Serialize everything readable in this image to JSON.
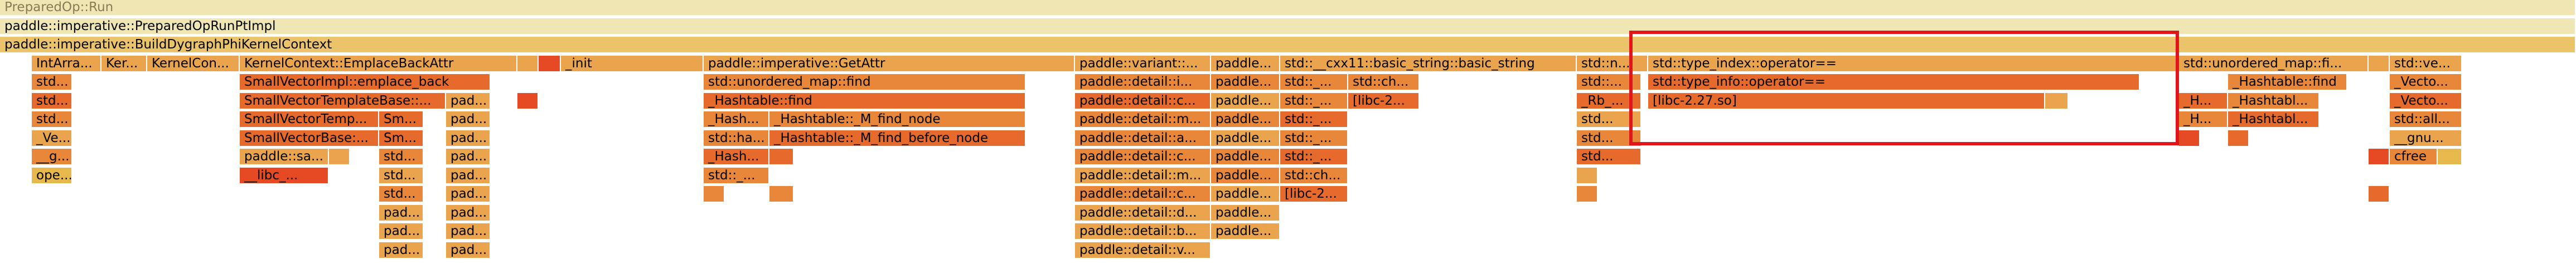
{
  "colors": {
    "pale": "#f0e6b4",
    "light": "#eac36a",
    "mid": "#e9a44d",
    "orange": "#e8873a",
    "deep": "#e56a2b",
    "red": "#e64a24",
    "gold": "#e7b94c",
    "highlight_box": "#e0161c"
  },
  "frames": [
    {
      "label": "PreparedOp::Run",
      "depth": 0,
      "start": 0,
      "end": 4620,
      "shade": "pale",
      "faded": true
    },
    {
      "label": "paddle::imperative::PreparedOpRunPtImpl",
      "depth": 1,
      "start": 0,
      "end": 4620,
      "shade": "pale",
      "faded": false
    },
    {
      "label": "paddle::imperative::BuildDygraphPhiKernelContext",
      "depth": 2,
      "start": 0,
      "end": 4620,
      "shade": "light",
      "faded": false
    },
    {
      "label": "IntArra...",
      "depth": 3,
      "start": 57,
      "end": 182,
      "shade": "mid"
    },
    {
      "label": "Ker...",
      "depth": 3,
      "start": 182,
      "end": 264,
      "shade": "mid"
    },
    {
      "label": "KernelCon...",
      "depth": 3,
      "start": 264,
      "end": 430,
      "shade": "mid"
    },
    {
      "label": "KernelContext::EmplaceBackAttr",
      "depth": 3,
      "start": 430,
      "end": 928,
      "shade": "mid"
    },
    {
      "label": "",
      "depth": 3,
      "start": 928,
      "end": 966,
      "shade": "mid"
    },
    {
      "label": "",
      "depth": 3,
      "start": 966,
      "end": 1006,
      "shade": "red"
    },
    {
      "label": "_init",
      "depth": 3,
      "start": 1006,
      "end": 1262,
      "shade": "mid"
    },
    {
      "label": "paddle::imperative::GetAttr",
      "depth": 3,
      "start": 1262,
      "end": 1928,
      "shade": "mid"
    },
    {
      "label": "paddle::variant::...",
      "depth": 3,
      "start": 1928,
      "end": 2172,
      "shade": "mid"
    },
    {
      "label": "paddle...",
      "depth": 3,
      "start": 2172,
      "end": 2296,
      "shade": "mid"
    },
    {
      "label": "std::__cxx11::basic_string::basic_string",
      "depth": 3,
      "start": 2296,
      "end": 2828,
      "shade": "mid"
    },
    {
      "label": "std::n...",
      "depth": 3,
      "start": 2828,
      "end": 2956,
      "shade": "mid"
    },
    {
      "label": "std::type_index::operator==",
      "depth": 3,
      "start": 2956,
      "end": 3908,
      "shade": "mid"
    },
    {
      "label": "std::unordered_map::fi...",
      "depth": 3,
      "start": 3908,
      "end": 4248,
      "shade": "mid"
    },
    {
      "label": "",
      "depth": 3,
      "start": 4248,
      "end": 4286,
      "shade": "mid"
    },
    {
      "label": "std::ve...",
      "depth": 3,
      "start": 4286,
      "end": 4416,
      "shade": "mid"
    },
    {
      "label": "std...",
      "depth": 4,
      "start": 57,
      "end": 130,
      "shade": "orange"
    },
    {
      "label": "SmallVectorImpl::emplace_back",
      "depth": 4,
      "start": 430,
      "end": 880,
      "shade": "deep"
    },
    {
      "label": "std::unordered_map::find",
      "depth": 4,
      "start": 1262,
      "end": 1840,
      "shade": "orange"
    },
    {
      "label": "paddle::detail::i...",
      "depth": 4,
      "start": 1928,
      "end": 2172,
      "shade": "orange"
    },
    {
      "label": "paddle...",
      "depth": 4,
      "start": 2172,
      "end": 2296,
      "shade": "orange"
    },
    {
      "label": "std::_...",
      "depth": 4,
      "start": 2296,
      "end": 2418,
      "shade": "orange"
    },
    {
      "label": "std::ch...",
      "depth": 4,
      "start": 2418,
      "end": 2546,
      "shade": "orange"
    },
    {
      "label": "std::...",
      "depth": 4,
      "start": 2828,
      "end": 2944,
      "shade": "orange"
    },
    {
      "label": "std::type_info::operator==",
      "depth": 4,
      "start": 2956,
      "end": 3838,
      "shade": "deep"
    },
    {
      "label": "_Hashtable::find",
      "depth": 4,
      "start": 3996,
      "end": 4210,
      "shade": "orange"
    },
    {
      "label": "_Vecto...",
      "depth": 4,
      "start": 4286,
      "end": 4416,
      "shade": "orange"
    },
    {
      "label": "std...",
      "depth": 5,
      "start": 57,
      "end": 130,
      "shade": "deep"
    },
    {
      "label": "SmallVectorTemplateBase::...",
      "depth": 5,
      "start": 430,
      "end": 800,
      "shade": "deep"
    },
    {
      "label": "pad...",
      "depth": 5,
      "start": 800,
      "end": 880,
      "shade": "mid"
    },
    {
      "label": "",
      "depth": 5,
      "start": 928,
      "end": 966,
      "shade": "red"
    },
    {
      "label": "_Hashtable::find",
      "depth": 5,
      "start": 1262,
      "end": 1840,
      "shade": "deep"
    },
    {
      "label": "paddle::detail::c...",
      "depth": 5,
      "start": 1928,
      "end": 2172,
      "shade": "deep"
    },
    {
      "label": "paddle...",
      "depth": 5,
      "start": 2172,
      "end": 2296,
      "shade": "mid"
    },
    {
      "label": "std::_...",
      "depth": 5,
      "start": 2296,
      "end": 2418,
      "shade": "orange"
    },
    {
      "label": "[libc-2...",
      "depth": 5,
      "start": 2418,
      "end": 2546,
      "shade": "deep"
    },
    {
      "label": "_Rb_...",
      "depth": 5,
      "start": 2828,
      "end": 2944,
      "shade": "deep"
    },
    {
      "label": "[libc-2.27.so]",
      "depth": 5,
      "start": 2956,
      "end": 3668,
      "shade": "deep"
    },
    {
      "label": "",
      "depth": 5,
      "start": 3668,
      "end": 3710,
      "shade": "mid"
    },
    {
      "label": "_H...",
      "depth": 5,
      "start": 3908,
      "end": 3996,
      "shade": "deep"
    },
    {
      "label": "_Hashtabl...",
      "depth": 5,
      "start": 3996,
      "end": 4160,
      "shade": "orange"
    },
    {
      "label": "_Vecto...",
      "depth": 5,
      "start": 4286,
      "end": 4416,
      "shade": "deep"
    },
    {
      "label": "std...",
      "depth": 6,
      "start": 57,
      "end": 130,
      "shade": "orange"
    },
    {
      "label": "SmallVectorTemp...",
      "depth": 6,
      "start": 430,
      "end": 680,
      "shade": "deep"
    },
    {
      "label": "Sm...",
      "depth": 6,
      "start": 680,
      "end": 760,
      "shade": "deep"
    },
    {
      "label": "pad...",
      "depth": 6,
      "start": 800,
      "end": 880,
      "shade": "mid"
    },
    {
      "label": "_Hash...",
      "depth": 6,
      "start": 1262,
      "end": 1380,
      "shade": "orange"
    },
    {
      "label": "_Hashtable::_M_find_node",
      "depth": 6,
      "start": 1380,
      "end": 1840,
      "shade": "orange"
    },
    {
      "label": "paddle::detail::m...",
      "depth": 6,
      "start": 1928,
      "end": 2172,
      "shade": "orange"
    },
    {
      "label": "paddle...",
      "depth": 6,
      "start": 2172,
      "end": 2296,
      "shade": "orange"
    },
    {
      "label": "std::_...",
      "depth": 6,
      "start": 2296,
      "end": 2418,
      "shade": "deep"
    },
    {
      "label": "std...",
      "depth": 6,
      "start": 2828,
      "end": 2944,
      "shade": "mid"
    },
    {
      "label": "_H...",
      "depth": 6,
      "start": 3908,
      "end": 3996,
      "shade": "orange"
    },
    {
      "label": "_Hashtabl...",
      "depth": 6,
      "start": 3996,
      "end": 4160,
      "shade": "deep"
    },
    {
      "label": "std::all...",
      "depth": 6,
      "start": 4286,
      "end": 4416,
      "shade": "orange"
    },
    {
      "label": "_Ve...",
      "depth": 7,
      "start": 57,
      "end": 130,
      "shade": "mid"
    },
    {
      "label": "SmallVectorBase:...",
      "depth": 7,
      "start": 430,
      "end": 680,
      "shade": "deep"
    },
    {
      "label": "Sm...",
      "depth": 7,
      "start": 680,
      "end": 760,
      "shade": "deep"
    },
    {
      "label": "pad...",
      "depth": 7,
      "start": 800,
      "end": 880,
      "shade": "mid"
    },
    {
      "label": "std::ha...",
      "depth": 7,
      "start": 1262,
      "end": 1380,
      "shade": "orange"
    },
    {
      "label": "_Hashtable::_M_find_before_node",
      "depth": 7,
      "start": 1380,
      "end": 1840,
      "shade": "deep"
    },
    {
      "label": "paddle::detail::a...",
      "depth": 7,
      "start": 1928,
      "end": 2172,
      "shade": "orange"
    },
    {
      "label": "paddle...",
      "depth": 7,
      "start": 2172,
      "end": 2296,
      "shade": "mid"
    },
    {
      "label": "std::_...",
      "depth": 7,
      "start": 2296,
      "end": 2418,
      "shade": "orange"
    },
    {
      "label": "std...",
      "depth": 7,
      "start": 2828,
      "end": 2944,
      "shade": "orange"
    },
    {
      "label": "",
      "depth": 7,
      "start": 3908,
      "end": 3946,
      "shade": "red"
    },
    {
      "label": "",
      "depth": 7,
      "start": 3996,
      "end": 4034,
      "shade": "deep"
    },
    {
      "label": "__gnu...",
      "depth": 7,
      "start": 4286,
      "end": 4416,
      "shade": "mid"
    },
    {
      "label": "__g...",
      "depth": 8,
      "start": 57,
      "end": 130,
      "shade": "orange"
    },
    {
      "label": "paddle::sa...",
      "depth": 8,
      "start": 430,
      "end": 590,
      "shade": "mid"
    },
    {
      "label": "",
      "depth": 8,
      "start": 590,
      "end": 628,
      "shade": "mid"
    },
    {
      "label": "std...",
      "depth": 8,
      "start": 680,
      "end": 760,
      "shade": "orange"
    },
    {
      "label": "pad...",
      "depth": 8,
      "start": 800,
      "end": 880,
      "shade": "mid"
    },
    {
      "label": "_Hash...",
      "depth": 8,
      "start": 1262,
      "end": 1380,
      "shade": "deep"
    },
    {
      "label": "",
      "depth": 8,
      "start": 1380,
      "end": 1424,
      "shade": "deep"
    },
    {
      "label": "paddle::detail::c...",
      "depth": 8,
      "start": 1928,
      "end": 2172,
      "shade": "orange"
    },
    {
      "label": "paddle...",
      "depth": 8,
      "start": 2172,
      "end": 2296,
      "shade": "orange"
    },
    {
      "label": "std::_...",
      "depth": 8,
      "start": 2296,
      "end": 2418,
      "shade": "deep"
    },
    {
      "label": "std...",
      "depth": 8,
      "start": 2828,
      "end": 2944,
      "shade": "deep"
    },
    {
      "label": "",
      "depth": 8,
      "start": 4248,
      "end": 4286,
      "shade": "red"
    },
    {
      "label": "cfree",
      "depth": 8,
      "start": 4286,
      "end": 4372,
      "shade": "orange"
    },
    {
      "label": "",
      "depth": 8,
      "start": 4372,
      "end": 4416,
      "shade": "gold"
    },
    {
      "label": "ope...",
      "depth": 9,
      "start": 57,
      "end": 130,
      "shade": "gold"
    },
    {
      "label": "__libc_...",
      "depth": 9,
      "start": 430,
      "end": 590,
      "shade": "red"
    },
    {
      "label": "std...",
      "depth": 9,
      "start": 680,
      "end": 760,
      "shade": "mid"
    },
    {
      "label": "pad...",
      "depth": 9,
      "start": 800,
      "end": 880,
      "shade": "mid"
    },
    {
      "label": "std::_...",
      "depth": 9,
      "start": 1262,
      "end": 1380,
      "shade": "orange"
    },
    {
      "label": "paddle::detail::m...",
      "depth": 9,
      "start": 1928,
      "end": 2172,
      "shade": "mid"
    },
    {
      "label": "paddle...",
      "depth": 9,
      "start": 2172,
      "end": 2296,
      "shade": "orange"
    },
    {
      "label": "std::ch...",
      "depth": 9,
      "start": 2296,
      "end": 2418,
      "shade": "orange"
    },
    {
      "label": "",
      "depth": 9,
      "start": 2828,
      "end": 2866,
      "shade": "mid"
    },
    {
      "label": "std...",
      "depth": 10,
      "start": 680,
      "end": 760,
      "shade": "orange"
    },
    {
      "label": "pad...",
      "depth": 10,
      "start": 800,
      "end": 880,
      "shade": "mid"
    },
    {
      "label": "",
      "depth": 10,
      "start": 1262,
      "end": 1300,
      "shade": "orange"
    },
    {
      "label": "",
      "depth": 10,
      "start": 1380,
      "end": 1424,
      "shade": "orange"
    },
    {
      "label": "paddle::detail::c...",
      "depth": 10,
      "start": 1928,
      "end": 2172,
      "shade": "orange"
    },
    {
      "label": "paddle...",
      "depth": 10,
      "start": 2172,
      "end": 2296,
      "shade": "mid"
    },
    {
      "label": "[libc-2...",
      "depth": 10,
      "start": 2296,
      "end": 2418,
      "shade": "deep"
    },
    {
      "label": "",
      "depth": 10,
      "start": 2828,
      "end": 2866,
      "shade": "orange"
    },
    {
      "label": "",
      "depth": 10,
      "start": 4248,
      "end": 4286,
      "shade": "deep"
    },
    {
      "label": "pad...",
      "depth": 11,
      "start": 680,
      "end": 760,
      "shade": "mid"
    },
    {
      "label": "pad...",
      "depth": 11,
      "start": 800,
      "end": 880,
      "shade": "mid"
    },
    {
      "label": "paddle::detail::d...",
      "depth": 11,
      "start": 1928,
      "end": 2172,
      "shade": "mid"
    },
    {
      "label": "paddle...",
      "depth": 11,
      "start": 2172,
      "end": 2296,
      "shade": "mid"
    },
    {
      "label": "pad...",
      "depth": 12,
      "start": 680,
      "end": 760,
      "shade": "mid"
    },
    {
      "label": "pad...",
      "depth": 12,
      "start": 800,
      "end": 880,
      "shade": "mid"
    },
    {
      "label": "paddle::detail::b...",
      "depth": 12,
      "start": 1928,
      "end": 2172,
      "shade": "mid"
    },
    {
      "label": "paddle...",
      "depth": 12,
      "start": 2172,
      "end": 2296,
      "shade": "mid"
    },
    {
      "label": "pad...",
      "depth": 13,
      "start": 680,
      "end": 760,
      "shade": "mid"
    },
    {
      "label": "pad...",
      "depth": 13,
      "start": 800,
      "end": 880,
      "shade": "mid"
    },
    {
      "label": "paddle::detail::v...",
      "depth": 13,
      "start": 1928,
      "end": 2172,
      "shade": "mid"
    }
  ]
}
